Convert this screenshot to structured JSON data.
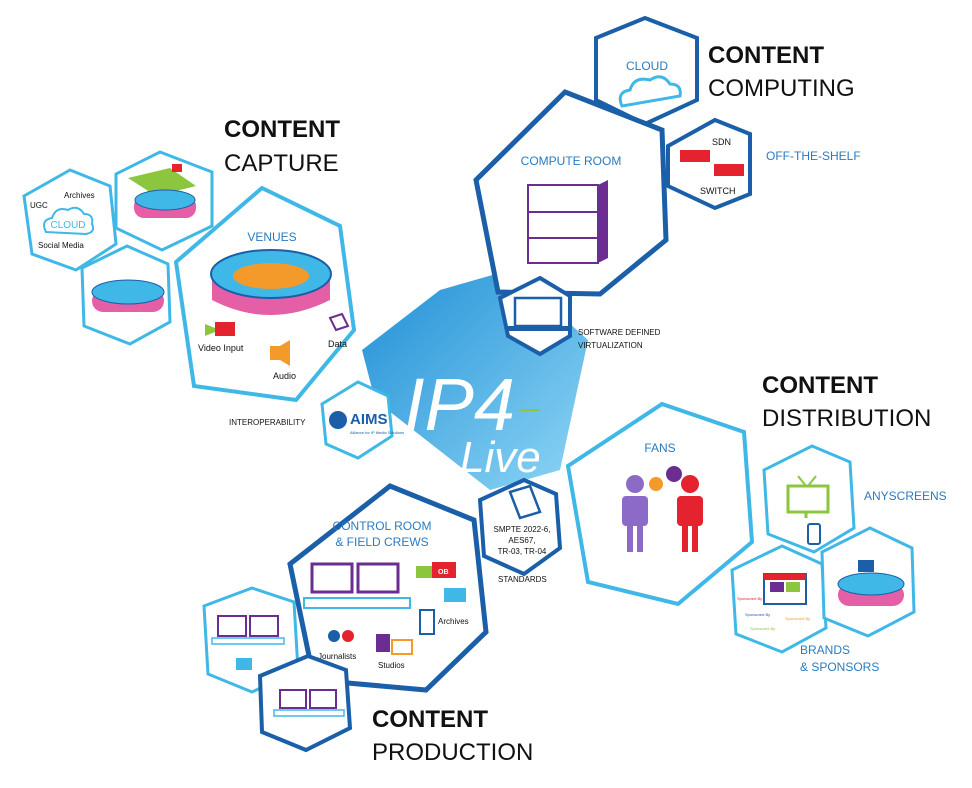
{
  "sections": {
    "computing": {
      "title_bold": "CONTENT",
      "title_light": "COMPUTING"
    },
    "capture": {
      "title_bold": "CONTENT",
      "title_light": "CAPTURE"
    },
    "distribution": {
      "title_bold": "CONTENT",
      "title_light": "DISTRIBUTION"
    },
    "production": {
      "title_bold": "CONTENT",
      "title_light": "PRODUCTION"
    }
  },
  "computing": {
    "cloud_label": "CLOUD",
    "compute_room_label": "COMPUTE ROOM",
    "sdn_label": "SDN",
    "switch_label": "SWITCH",
    "off_the_shelf_label": "OFF-THE-SHELF"
  },
  "capture": {
    "archives_label": "Archives",
    "ugc_label": "UGC",
    "cloud_label": "CLOUD",
    "social_media_label": "Social Media",
    "venues_label": "VENUES",
    "video_input_label": "Video Input",
    "audio_label": "Audio",
    "data_label": "Data"
  },
  "center": {
    "logo_top": "IP4",
    "logo_bottom": "Live",
    "software_defined_line1": "SOFTWARE DEFINED",
    "software_defined_line2": "VIRTUALIZATION",
    "interoperability_label": "INTEROPERABILITY",
    "aims_label": "AIMS",
    "aims_sub": "Alliance for IP Media Solutions",
    "standards_line1": "SMPTE 2022-6,",
    "standards_line2": "AES67,",
    "standards_line3": "TR-03, TR-04",
    "standards_label": "STANDARDS"
  },
  "distribution": {
    "fans_label": "FANS",
    "anyscreens_label": "ANYSCREENS",
    "brands_line1": "BRANDS",
    "brands_line2": "& SPONSORS",
    "sponsored_tag": "Sponsored By"
  },
  "production": {
    "control_room_line1": "CONTROL ROOM",
    "control_room_line2": "& FIELD CREWS",
    "ob_label": "OB",
    "archives_label": "Archives",
    "journalists_label": "Journalists",
    "studios_label": "Studios"
  },
  "colors": {
    "dark_blue": "#1a5fa8",
    "light_blue": "#3fb8e8",
    "purple": "#6b2d91",
    "pink": "#e45fa6",
    "orange": "#f39a2b",
    "red": "#e5232e",
    "green": "#8cc63f",
    "text_blue": "#2a7bbf"
  }
}
